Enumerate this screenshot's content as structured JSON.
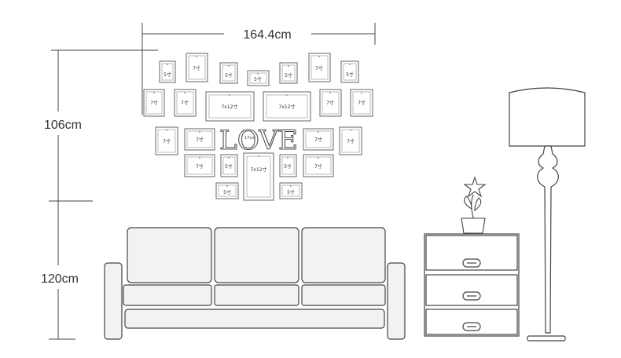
{
  "dimensions": {
    "width": "164.4cm",
    "wall_height": "106cm",
    "sofa_height": "120cm"
  },
  "frames": {
    "f1": "5寸",
    "f2": "7寸",
    "f3": "5寸",
    "f4": "5寸",
    "f5": "5寸",
    "f6": "7寸",
    "f7": "5寸",
    "f8": "7寸",
    "f9": "7寸",
    "f10": "7x12寸",
    "f11": "7x12寸",
    "f12": "7寸",
    "f13": "7寸",
    "f14": "7寸",
    "f15": "7寸",
    "f16": "7寸",
    "f17": "7寸",
    "f18": "7寸",
    "f19": "5寸",
    "f20": "7x12寸",
    "f21": "5寸",
    "f22": "7寸",
    "f23": "5寸",
    "f24": "5寸"
  },
  "love": {
    "text": "LOVE",
    "inner": "17cm"
  },
  "colors": {
    "line": "#555555",
    "sofa_fill": "#f2f2f2",
    "frame_stroke": "#666666"
  }
}
